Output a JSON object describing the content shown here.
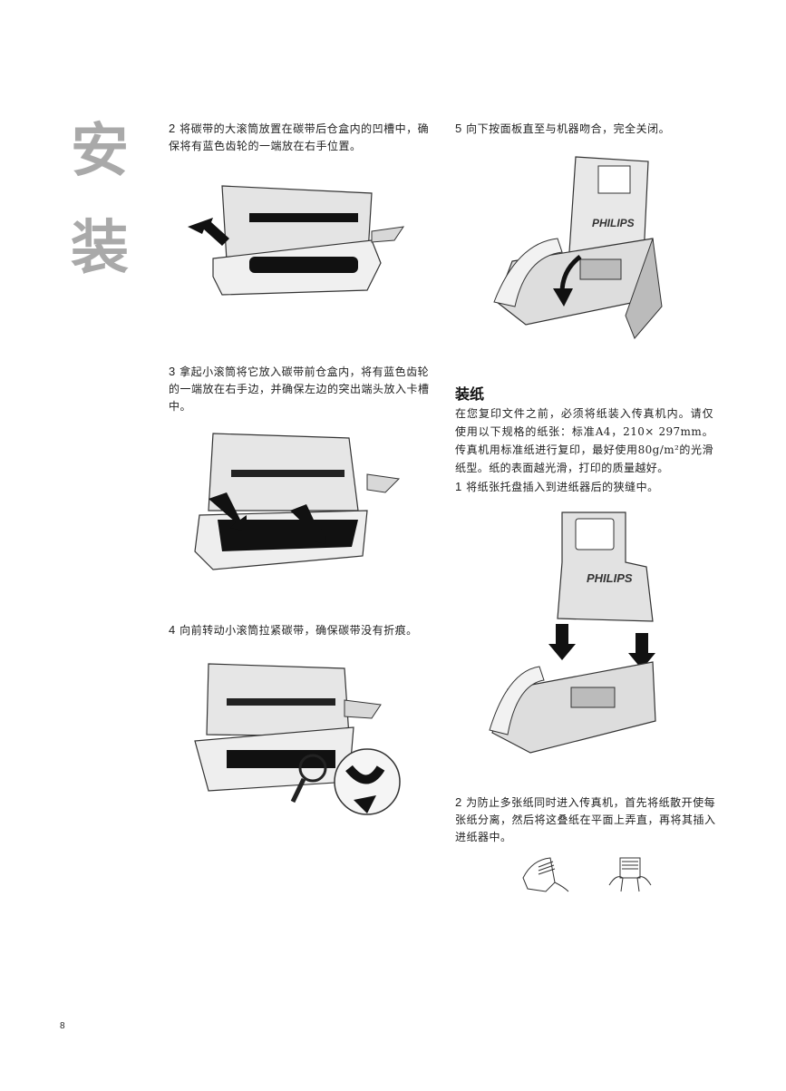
{
  "side_title": {
    "char1": "安",
    "char2": "装"
  },
  "steps": {
    "s2": {
      "num": "2",
      "text": "将碳带的大滚筒放置在碳带后仓盒内的凹槽中，确保将有蓝色齿轮的一端放在右手位置。"
    },
    "s3": {
      "num": "3",
      "text": "拿起小滚筒将它放入碳带前仓盒内，将有蓝色齿轮的一端放在右手边，并确保左边的突出端头放入卡槽中。"
    },
    "s4": {
      "num": "4",
      "text": "向前转动小滚筒拉紧碳带，确保碳带没有折痕。"
    },
    "s5": {
      "num": "5",
      "text": "向下按面板直至与机器吻合，完全关闭。"
    }
  },
  "paper_section": {
    "heading": "装纸",
    "intro": "在您复印文件之前，必须将纸装入传真机内。请仅使用以下规格的纸张：标准A4，210× 297mm。传真机用标准纸进行复印，最好使用80g/m²的光滑纸型。纸的表面越光滑，打印的质量越好。",
    "step1": {
      "num": "1",
      "text": "将纸张托盘插入到进纸器后的狭缝中。"
    },
    "step2": {
      "num": "2",
      "text": "为防止多张纸同时进入传真机，首先将纸散开使每张纸分离，然后将这叠纸在平面上弄直，再将其插入进纸器中。"
    }
  },
  "brand_label": "PHILIPS",
  "page_number": "8"
}
